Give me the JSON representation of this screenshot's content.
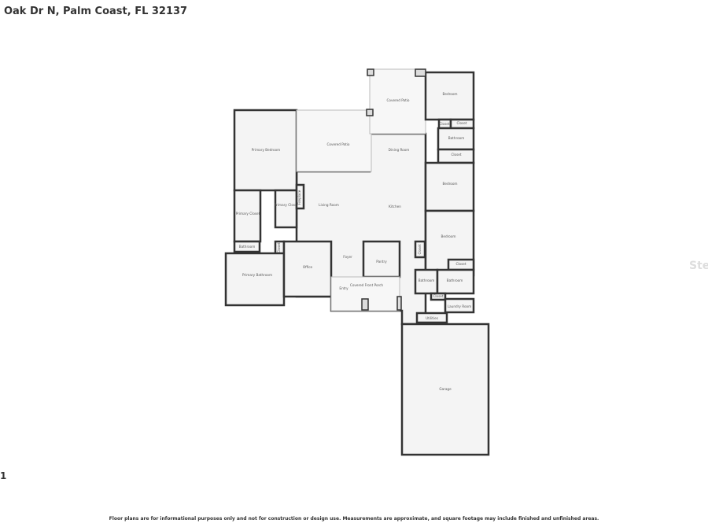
{
  "header": {
    "address": "l Oak Dr N, Palm Coast, FL 32137"
  },
  "footer": {
    "page_number": "1",
    "disclaimer": "Floor plans are for informational purposes only and not for construction or design use. Measurements are approximate, and square footage may include finished and unfinished areas."
  },
  "watermark": "Ste",
  "colors": {
    "wall": "#333333",
    "floor": "#f4f4f4",
    "outdoor_line": "#bbbbbb"
  },
  "rooms": [
    {
      "label": "Primary Bedroom"
    },
    {
      "label": "Covered Patio"
    },
    {
      "label": "Covered Patio"
    },
    {
      "label": "Bedroom"
    },
    {
      "label": "Closet"
    },
    {
      "label": "Closet"
    },
    {
      "label": "Bathroom"
    },
    {
      "label": "Closet"
    },
    {
      "label": "Dining Room"
    },
    {
      "label": "Bedroom"
    },
    {
      "label": "Primary Closet"
    },
    {
      "label": "Primary Closet"
    },
    {
      "label": "Fireplace"
    },
    {
      "label": "Living Room"
    },
    {
      "label": "Kitchen"
    },
    {
      "label": "Bedroom"
    },
    {
      "label": "Closet"
    },
    {
      "label": "Closet"
    },
    {
      "label": "Bathroom"
    },
    {
      "label": "Bathroom"
    },
    {
      "label": "Bathroom"
    },
    {
      "label": "Closet"
    },
    {
      "label": "Primary Bathroom"
    },
    {
      "label": "Office"
    },
    {
      "label": "Foyer"
    },
    {
      "label": "Pantry"
    },
    {
      "label": "Covered Front Porch"
    },
    {
      "label": "Entry"
    },
    {
      "label": "Closet"
    },
    {
      "label": "Laundry Room"
    },
    {
      "label": "Utilities"
    },
    {
      "label": "Garage"
    }
  ]
}
